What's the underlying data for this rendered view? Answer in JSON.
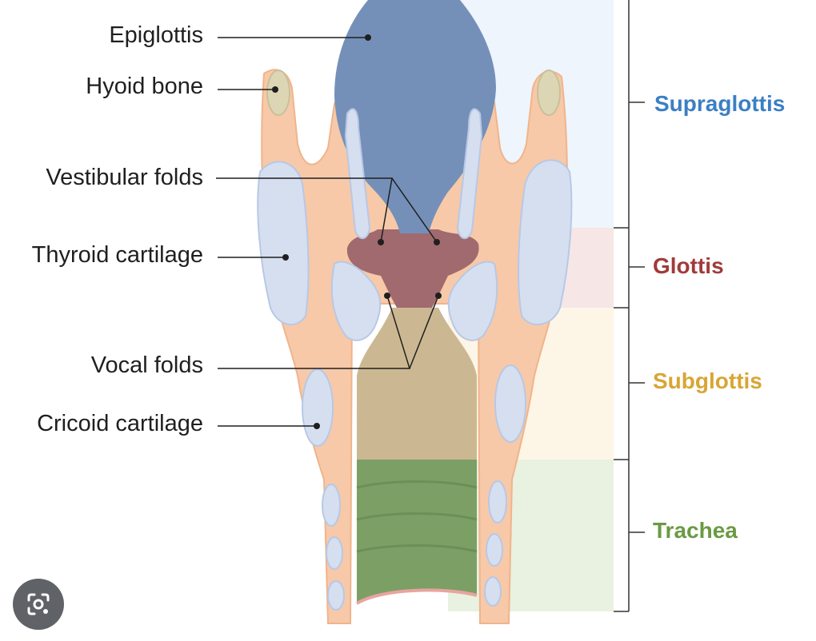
{
  "labels": {
    "epiglottis": "Epiglottis",
    "hyoid_bone": "Hyoid bone",
    "vestibular_folds": "Vestibular folds",
    "thyroid_cartilage": "Thyroid cartilage",
    "vocal_folds": "Vocal folds",
    "cricoid_cartilage": "Cricoid cartilage"
  },
  "regions": {
    "supraglottis": "Supraglottis",
    "glottis": "Glottis",
    "subglottis": "Subglottis",
    "trachea": "Trachea"
  },
  "colors": {
    "supraglottis": "#3b7fc4",
    "glottis": "#a23a3a",
    "subglottis": "#d9a534",
    "trachea": "#6a9a43",
    "epiglottis_fill": "#7590b8",
    "soft_tissue": "#f7c9a8",
    "cartilage": "#d5dff0",
    "glottis_band": "#f6e6e6",
    "subglottis_band": "#fdf6e6",
    "trachea_band": "#e9f1e1",
    "supraglottis_band": "#eef5fc"
  },
  "ui": {
    "lens_icon": "lens-search-icon"
  }
}
